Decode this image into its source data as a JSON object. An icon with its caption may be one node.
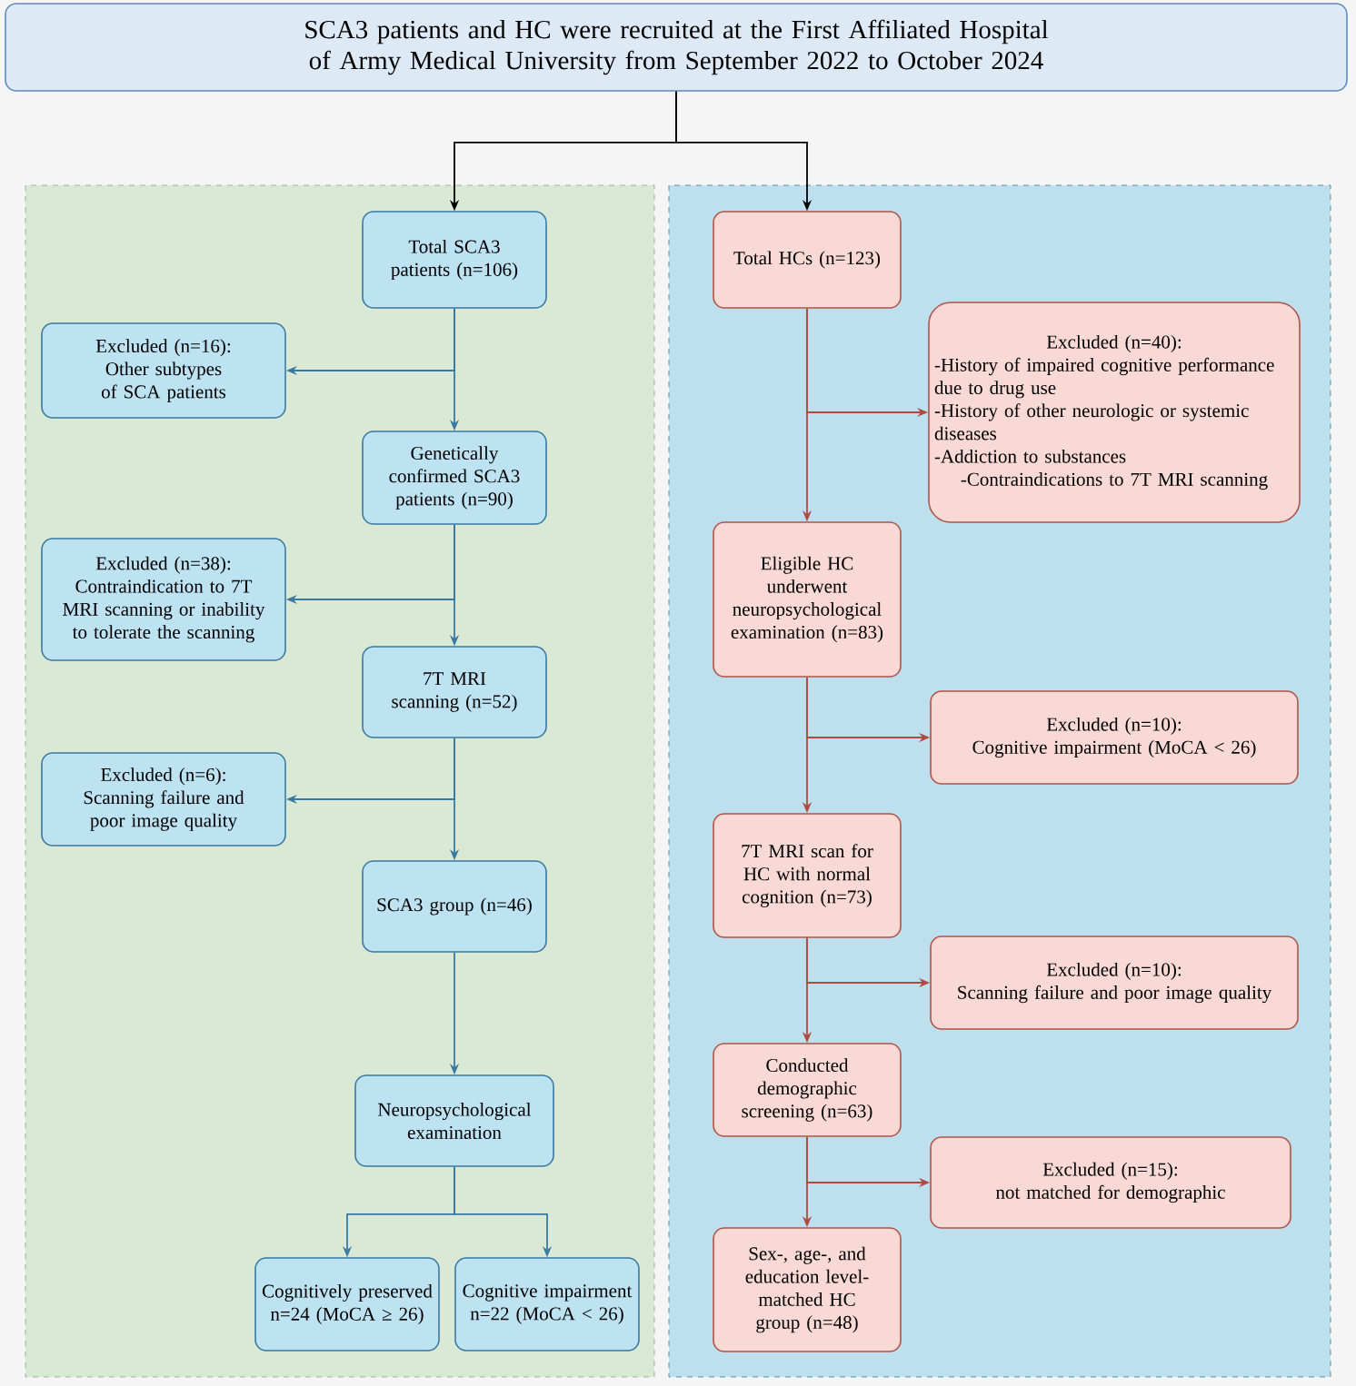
{
  "diagram": {
    "nodes": [
      {
        "text": [
          "SCA3 patients and HC were recruited at the First Affiliated Hospital of Army Medical University from September 2022 to October 2024"
        ]
      },
      {
        "text": [
          "Total SCA3 patients (n=106)"
        ]
      },
      {
        "text": [
          "Excluded (n=16):",
          "Other subtypes of SCA patients"
        ]
      },
      {
        "text": [
          "Genetically confirmed SCA3 patients (n=90)"
        ]
      },
      {
        "text": [
          "Excluded (n=38):",
          "Contraindication to 7T MRI scanning or inability to tolerate the scanning"
        ]
      },
      {
        "text": [
          "7T MRI scanning (n=52)"
        ]
      },
      {
        "text": [
          "Excluded (n=6):",
          "Scanning failure and poor image quality"
        ]
      },
      {
        "text": [
          "SCA3 group (n=46)"
        ]
      },
      {
        "text": [
          "Neuropsychological examination"
        ]
      },
      {
        "text": [
          "Cognitively preserved n=24 (MoCA ≥ 26)"
        ]
      },
      {
        "text": [
          "Cognitive impairment n=22 (MoCA < 26)"
        ]
      },
      {
        "text": [
          "Total HCs (n=123)"
        ]
      },
      {
        "text": [
          "Excluded (n=40):",
          "-History of impaired cognitive performance due to drug use",
          "-History of other neurologic or systemic diseases",
          "-Addiction to substances",
          "-Contraindications to 7T MRI scanning"
        ]
      },
      {
        "text": [
          "Eligible HC underwent neuropsychological examination (n=83)"
        ]
      },
      {
        "text": [
          "Excluded (n=10):",
          "Cognitive impairment (MoCA < 26)"
        ]
      },
      {
        "text": [
          "7T MRI scan for HC with normal cognition (n=73)"
        ]
      },
      {
        "text": [
          "Excluded (n=10):",
          "Scanning failure and poor image quality"
        ]
      },
      {
        "text": [
          "Conducted demographic screening (n=63)"
        ]
      },
      {
        "text": [
          "Excluded (n=15):",
          "not matched for demographic"
        ]
      },
      {
        "text": [
          "Sex-, age-, and education level-matched HC group (n=48)"
        ]
      }
    ],
    "edges": [
      {
        "from": 0,
        "to": 1,
        "arrow": "to",
        "color": "#000000"
      },
      {
        "from": 0,
        "to": 11,
        "arrow": "to",
        "color": "#000000"
      },
      {
        "from": 1,
        "to": 2,
        "arrow": "to"
      },
      {
        "from": 1,
        "to": 3,
        "arrow": "to"
      },
      {
        "from": 3,
        "to": 4,
        "arrow": "to"
      },
      {
        "from": 3,
        "to": 5,
        "arrow": "to"
      },
      {
        "from": 5,
        "to": 6,
        "arrow": "to"
      },
      {
        "from": 5,
        "to": 7,
        "arrow": "to"
      },
      {
        "from": 7,
        "to": 8,
        "arrow": "to"
      },
      {
        "from": 8,
        "to": 9,
        "arrow": "to"
      },
      {
        "from": 8,
        "to": 10,
        "arrow": "to"
      },
      {
        "from": 11,
        "to": 12,
        "arrow": "to",
        "color": "#b04a3e"
      },
      {
        "from": 11,
        "to": 13,
        "arrow": "to",
        "color": "#b04a3e"
      },
      {
        "from": 13,
        "to": 14,
        "arrow": "to",
        "color": "#b04a3e"
      },
      {
        "from": 13,
        "to": 15,
        "arrow": "to",
        "color": "#b04a3e"
      },
      {
        "from": 15,
        "to": 16,
        "arrow": "to",
        "color": "#b04a3e"
      },
      {
        "from": 15,
        "to": 17,
        "arrow": "to",
        "color": "#b04a3e"
      },
      {
        "from": 17,
        "to": 18,
        "arrow": "to",
        "color": "#b04a3e"
      },
      {
        "from": 17,
        "to": 19,
        "arrow": "to",
        "color": "#b04a3e"
      }
    ]
  }
}
